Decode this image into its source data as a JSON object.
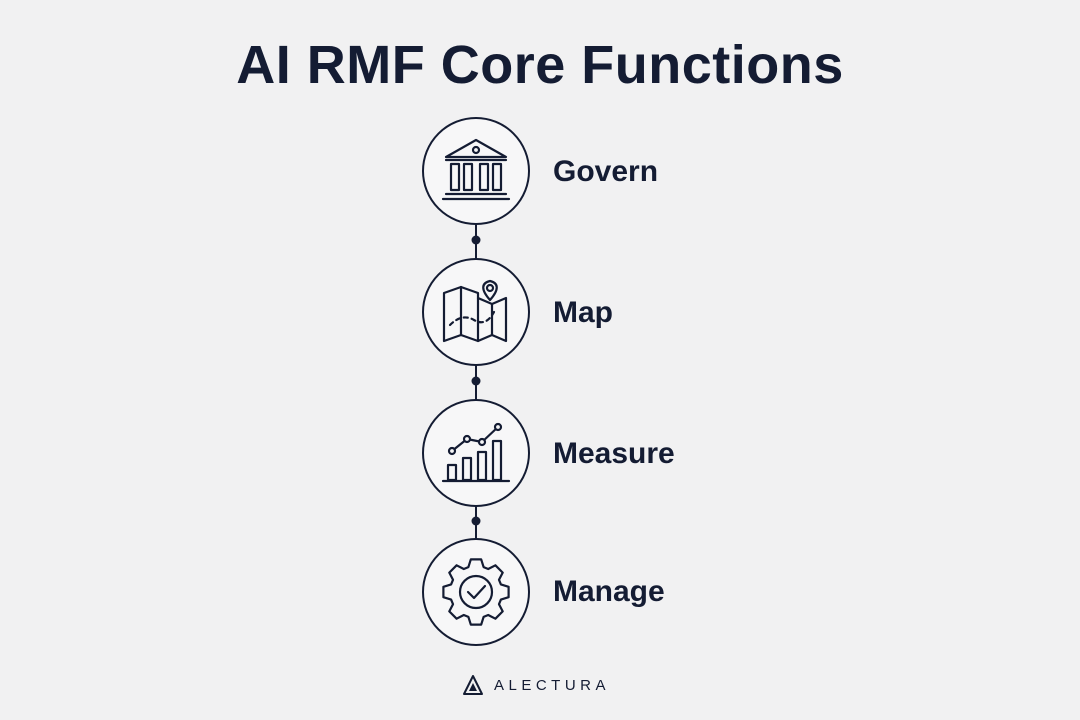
{
  "title": "AI RMF Core Functions",
  "steps": [
    {
      "label": "Govern",
      "icon": "government-building-icon"
    },
    {
      "label": "Map",
      "icon": "map-pin-icon"
    },
    {
      "label": "Measure",
      "icon": "bar-chart-trend-icon"
    },
    {
      "label": "Manage",
      "icon": "gear-check-icon"
    }
  ],
  "brand": {
    "name": "ALECTURA",
    "icon": "triangle-logo-icon"
  },
  "colors": {
    "ink": "#141c33",
    "background": "#f1f1f2",
    "circle_fill": "#f7f7f8"
  }
}
